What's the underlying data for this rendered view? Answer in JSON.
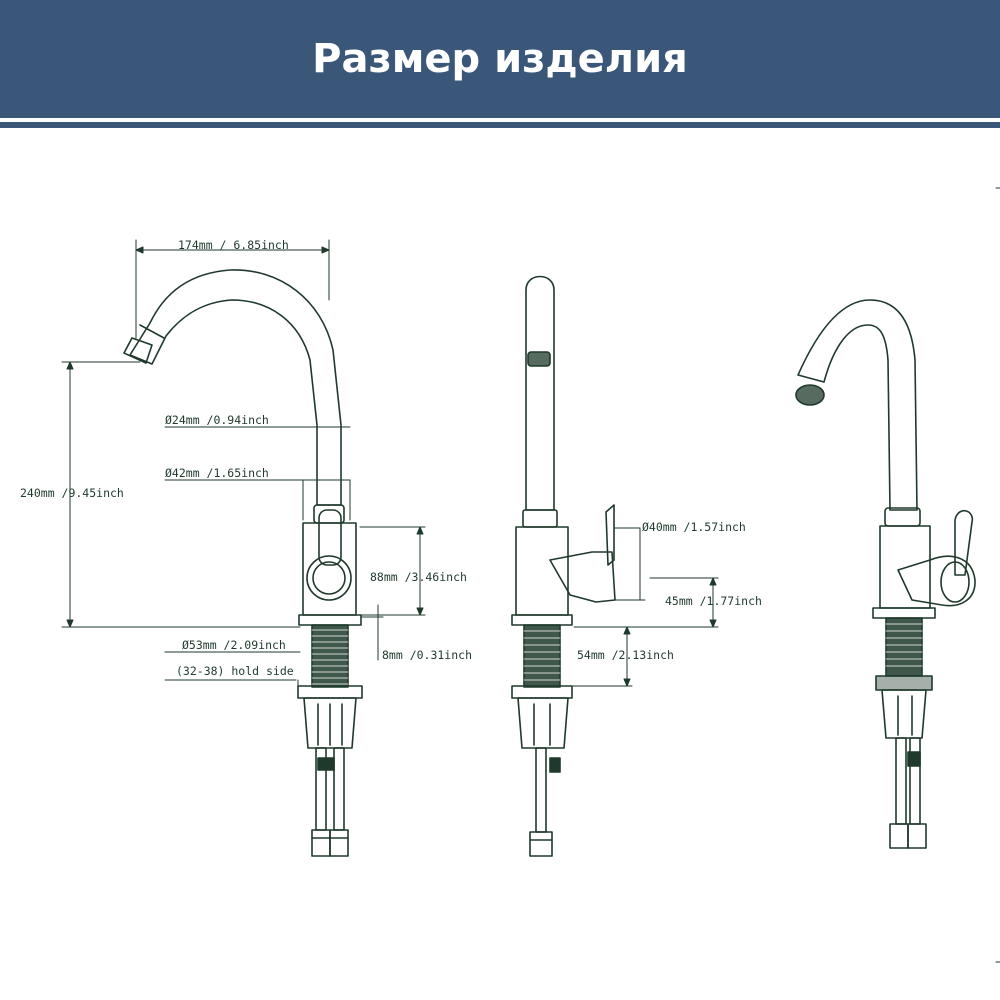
{
  "header": {
    "title": "Размер изделия",
    "bg_color": "#3a5678",
    "text_color": "#ffffff"
  },
  "colors": {
    "line": "#1f3a2c"
  },
  "dimensions": {
    "spout_reach": "174mm / 6.85inch",
    "spout_diameter": "Ø24mm /0.94inch",
    "upper_body_diameter": "Ø42mm /1.65inch",
    "total_height": "240mm /9.45inch",
    "body_height": "88mm /3.46inch",
    "base_diameter": "Ø53mm /2.09inch",
    "base_thickness": "8mm /0.31inch",
    "hole_size": "(32-38) hold side",
    "handle_diameter": "Ø40mm /1.57inch",
    "handle_height": "45mm /1.77inch",
    "shank_length": "54mm /2.13inch"
  },
  "views": [
    "front-view",
    "side-view",
    "perspective-view"
  ]
}
